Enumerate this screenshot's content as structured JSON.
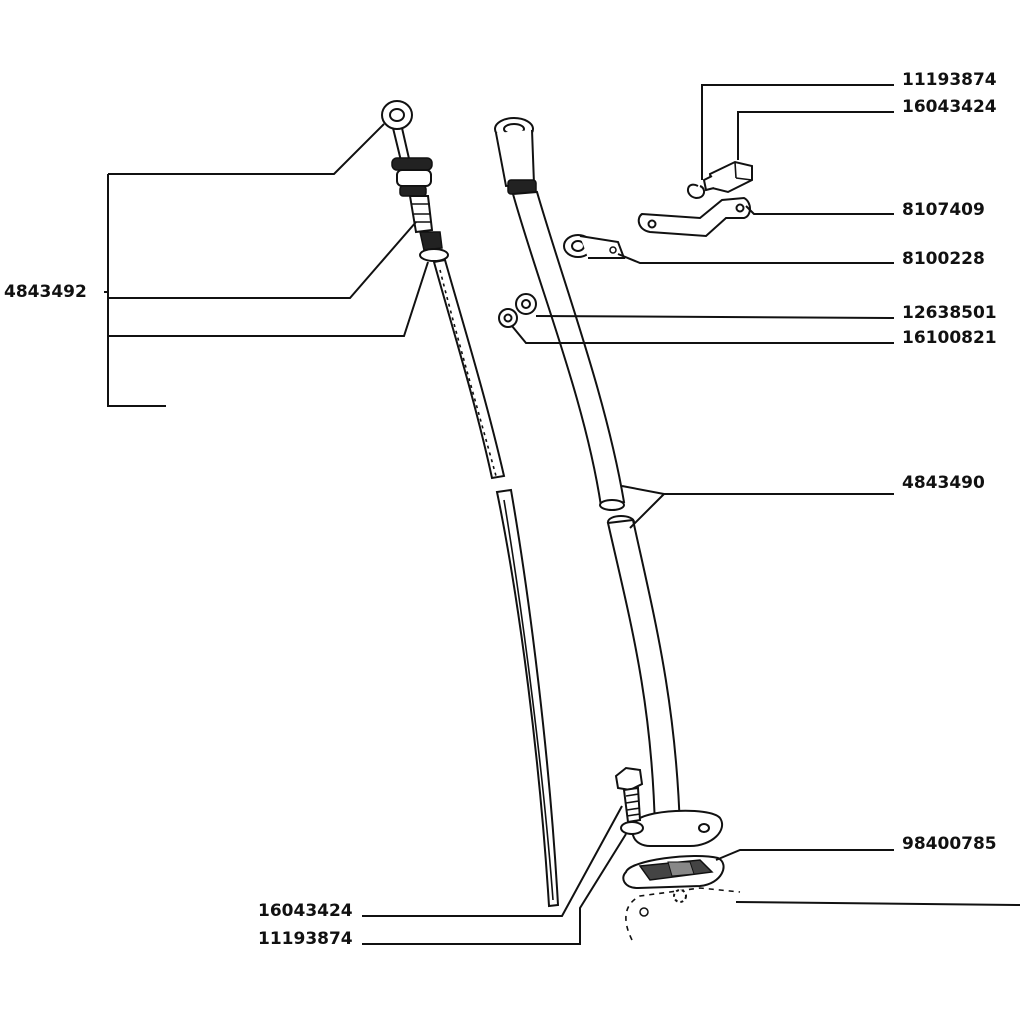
{
  "parts": {
    "p1": "11193874",
    "p2": "16043424",
    "p3": "8107409",
    "p4": "8100228",
    "p5": "12638501",
    "p6": "16100821",
    "p7": "4843490",
    "p8": "98400785",
    "p9": "16043424",
    "p10": "11193874",
    "p11": "4843492"
  }
}
